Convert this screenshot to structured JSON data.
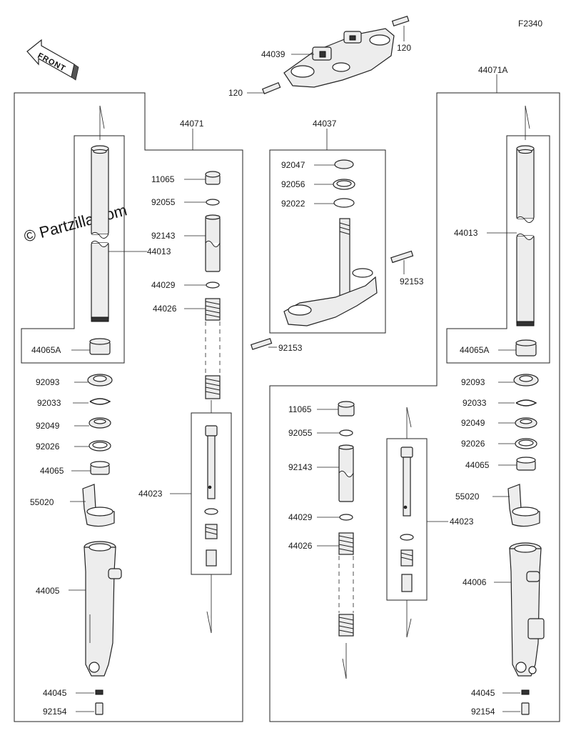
{
  "figure_code": "F2340",
  "watermark": "© Partzilla.com",
  "direction_label": "FRONT",
  "callouts": {
    "c_120_top": "120",
    "c_120_left": "120",
    "c_44039": "44039",
    "c_44071": "44071",
    "c_44071A": "44071A",
    "c_44037": "44037",
    "c_92047": "92047",
    "c_92056": "92056",
    "c_92022": "92022",
    "c_92153_a": "92153",
    "c_92153_b": "92153",
    "c_11065_l": "11065",
    "c_92055_l": "92055",
    "c_92143_l": "92143",
    "c_44029_l": "44029",
    "c_44026_l": "44026",
    "c_44023_l": "44023",
    "c_44013_l": "44013",
    "c_44065A_l": "44065A",
    "c_92093_l": "92093",
    "c_92033_l": "92033",
    "c_92049_l": "92049",
    "c_92026_l": "92026",
    "c_44065_l": "44065",
    "c_55020_l": "55020",
    "c_44005": "44005",
    "c_44045_l": "44045",
    "c_92154_l": "92154",
    "c_11065_r": "11065",
    "c_92055_r": "92055",
    "c_92143_r": "92143",
    "c_44029_r": "44029",
    "c_44026_r": "44026",
    "c_44023_r": "44023",
    "c_44013_r": "44013",
    "c_44065A_r": "44065A",
    "c_92093_r": "92093",
    "c_92033_r": "92033",
    "c_92049_r": "92049",
    "c_92026_r": "92026",
    "c_44065_r": "44065",
    "c_55020_r": "55020",
    "c_44006": "44006",
    "c_44045_r": "44045",
    "c_92154_r": "92154"
  }
}
